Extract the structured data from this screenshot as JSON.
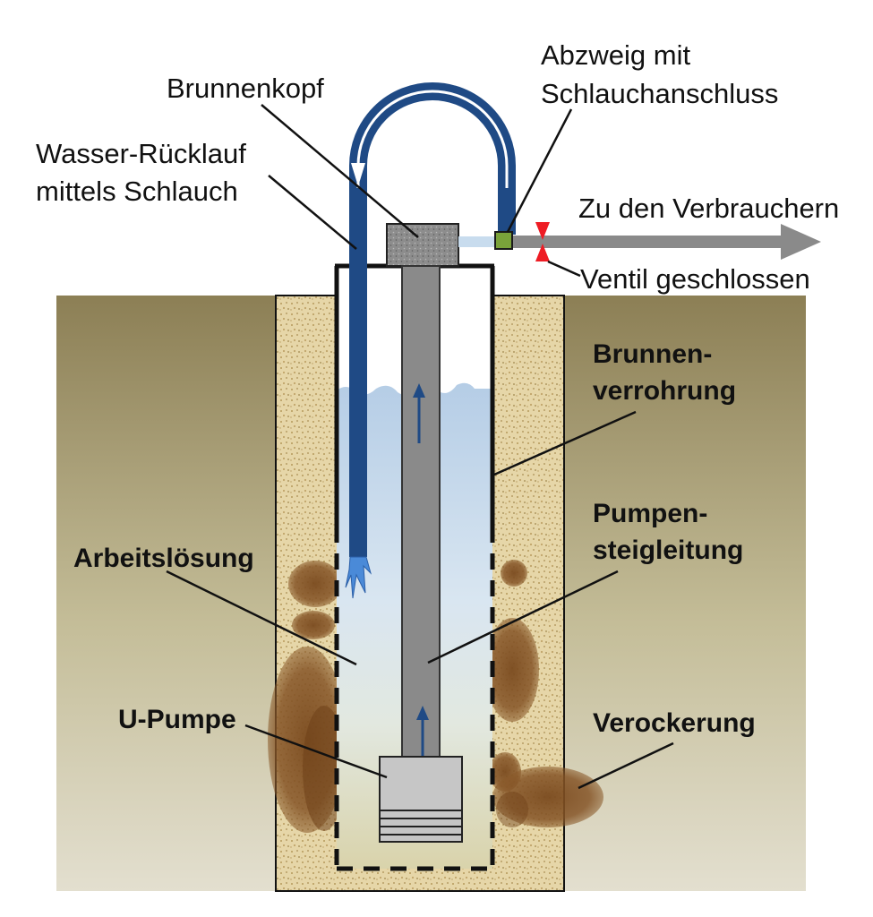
{
  "labels": {
    "brunnenkopf": "Brunnenkopf",
    "abzweig_line1": "Abzweig mit",
    "abzweig_line2": "Schlauchanschluss",
    "ruecklauf_line1": "Wasser-Rücklauf",
    "ruecklauf_line2": "mittels Schlauch",
    "verbraucher": "Zu den Verbrauchern",
    "ventil": "Ventil geschlossen",
    "verrohrung_line1": "Brunnen-",
    "verrohrung_line2": "verrohrung",
    "steigleitung_line1": "Pumpen-",
    "steigleitung_line2": "steigleitung",
    "arbeitsloesung": "Arbeitslösung",
    "upumpe": "U-Pumpe",
    "verockerung": "Verockerung"
  },
  "colors": {
    "soil_top": "#8c7f55",
    "soil_bottom": "#e0dccb",
    "gravel": "#e3d2a2",
    "hose": "#1f4a85",
    "riser_pipe": "#8a8a8a",
    "valve": "#ee1c24",
    "ochre_deposit": "#7a4a1e",
    "fitting": "#7aa23a"
  }
}
